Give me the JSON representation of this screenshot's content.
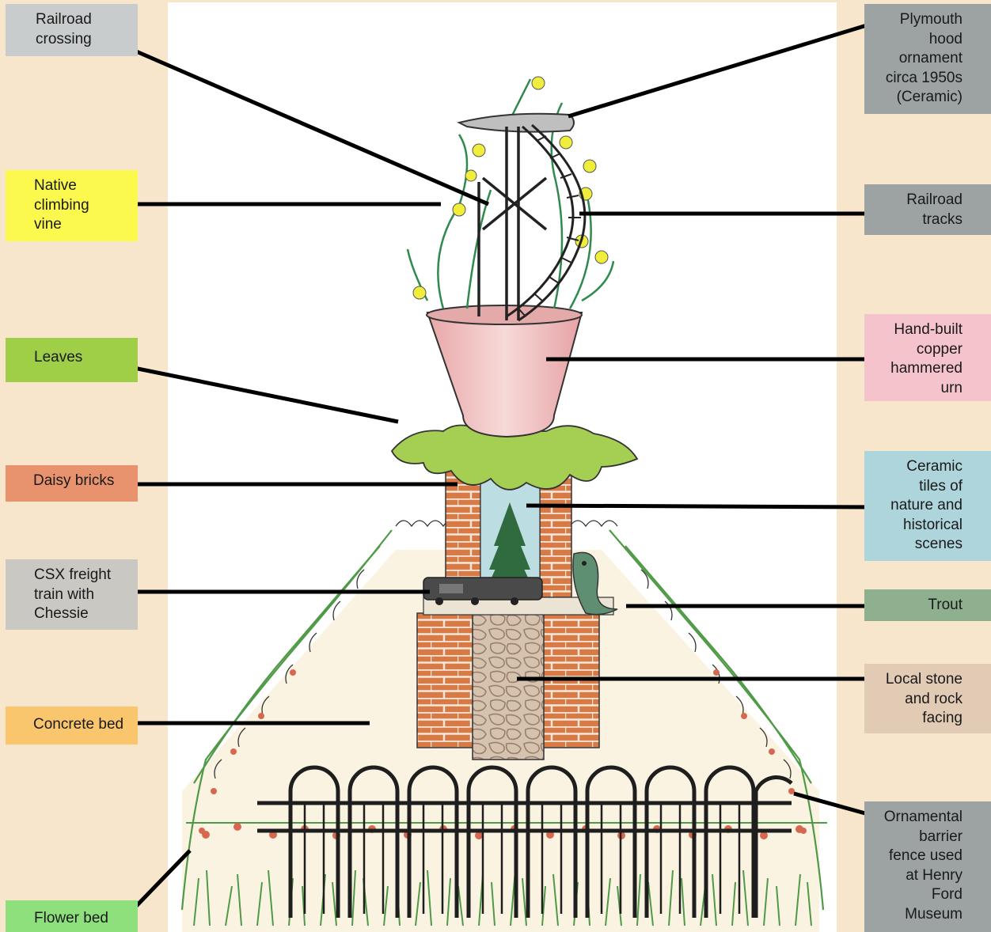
{
  "colors": {
    "background": "#f7e6cb",
    "railroad_crossing": "#c9cccc",
    "native_climbing_vine": "#fcf94e",
    "leaves": "#9fce47",
    "daisy_bricks": "#e8936d",
    "csx_freight_train": "#cac8c3",
    "concrete_bed": "#f9c66d",
    "flower_bed": "#8ee07c",
    "plymouth_hood_ornament": "#9ca3a2",
    "railroad_tracks": "#9ca3a2",
    "copper_urn": "#f4c3cb",
    "ceramic_tiles": "#aed5dc",
    "trout": "#8fb08f",
    "local_stone": "#e2cbb4",
    "ornamental_fence": "#9ca3a2"
  },
  "labels": {
    "railroad_crossing": "Railroad\ncrossing",
    "native_climbing_vine": "Native\nclimbing\nvine",
    "leaves": "Leaves",
    "daisy_bricks": "Daisy bricks",
    "csx_freight_train": "CSX freight\ntrain with\nChessie",
    "concrete_bed": "Concrete bed",
    "flower_bed": "Flower bed",
    "plymouth_hood_ornament": "Plymouth\nhood\nornament\ncirca 1950s\n(Ceramic)",
    "railroad_tracks": "Railroad\ntracks",
    "copper_urn": "Hand-built\ncopper\nhammered\nurn",
    "ceramic_tiles": "Ceramic\ntiles of\nnature and\nhistorical\nscenes",
    "trout": "Trout",
    "local_stone": "Local stone\nand rock\nfacing",
    "ornamental_fence": "Ornamental\nbarrier\nfence used\nat Henry\nFord\nMuseum"
  }
}
